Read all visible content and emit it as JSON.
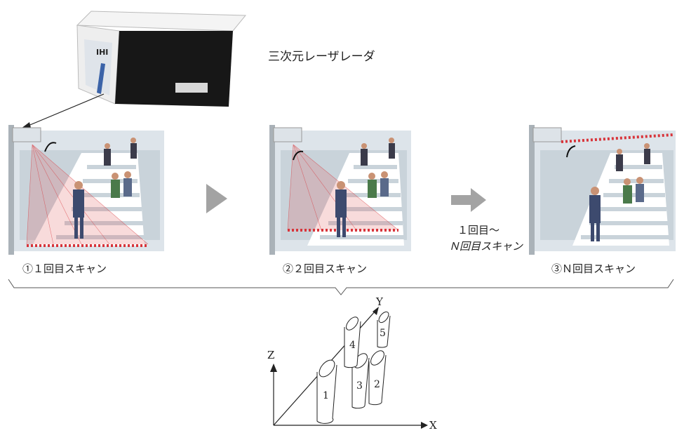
{
  "device": {
    "name_label": "三次元レーザレーダ",
    "badge": "IHI"
  },
  "scans": [
    {
      "caption": "①１回目スキャン"
    },
    {
      "caption": "②２回目スキャン"
    },
    {
      "caption": "③Ｎ回目スキャン"
    }
  ],
  "transition": {
    "line1": "１回目〜",
    "line2": "Ｎ回目スキャン"
  },
  "axes": {
    "x": "X",
    "y": "Y",
    "z": "Z"
  },
  "targets": [
    "1",
    "2",
    "3",
    "4",
    "5"
  ],
  "colors": {
    "laser": "#d8343a",
    "arrow_gray": "#999999",
    "panel_bg": "#c9d3da",
    "device_face": "#1a1a1a"
  }
}
